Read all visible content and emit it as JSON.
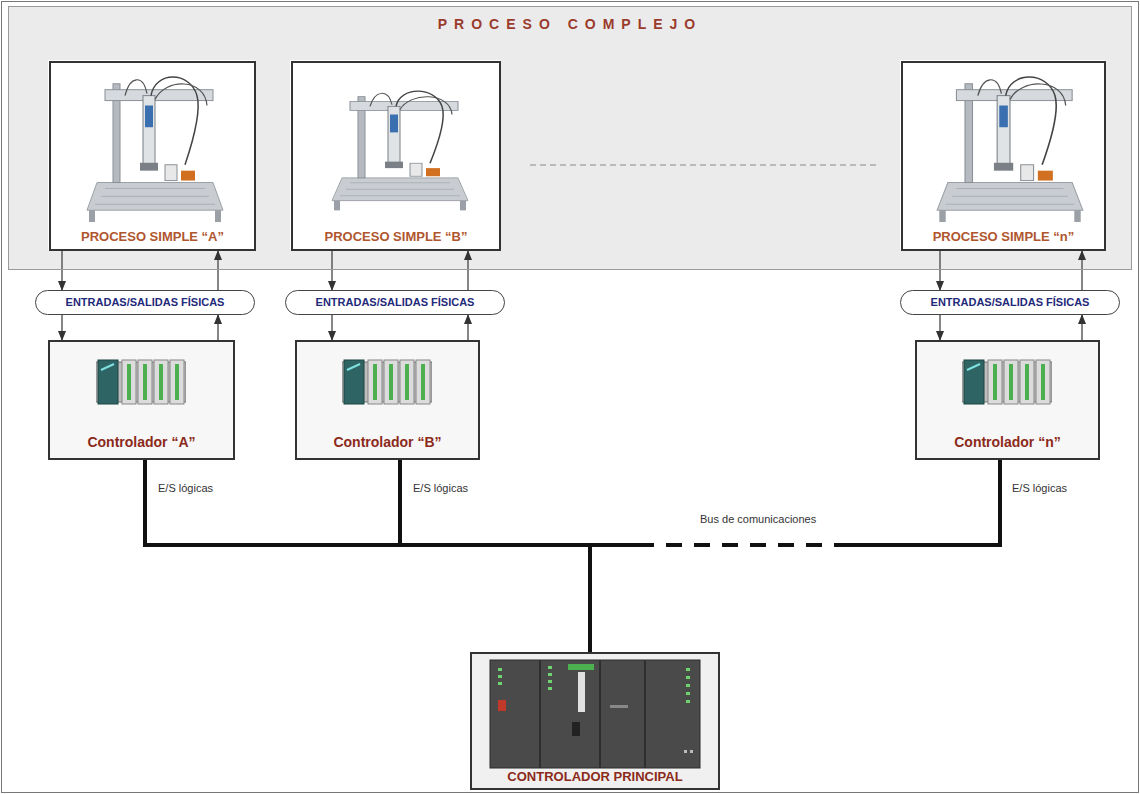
{
  "diagram": {
    "nodes": [
      {
        "text": [
          "PROCESO COMPLEJO"
        ]
      },
      {
        "text": [
          "PROCESO SIMPLE “A”"
        ],
        "in": 0
      },
      {
        "text": [
          "PROCESO SIMPLE “B”"
        ],
        "in": 0
      },
      {
        "text": [
          "PROCESO SIMPLE “n”"
        ],
        "in": 0
      },
      {
        "text": [
          "ENTRADAS/SALIDAS FÍSICAS"
        ]
      },
      {
        "text": [
          "ENTRADAS/SALIDAS FÍSICAS"
        ]
      },
      {
        "text": [
          "ENTRADAS/SALIDAS FÍSICAS"
        ]
      },
      {
        "text": [
          "Controlador “A”"
        ]
      },
      {
        "text": [
          "Controlador “B”"
        ]
      },
      {
        "text": [
          "Controlador “n”"
        ]
      },
      {
        "text": [
          "CONTROLADOR PRINCIPAL"
        ]
      }
    ],
    "edges": [
      {
        "from": 1,
        "to": 4,
        "arrow": "to"
      },
      {
        "from": 4,
        "to": 7,
        "arrow": "to"
      },
      {
        "from": 7,
        "to": 4,
        "arrow": "to"
      },
      {
        "from": 4,
        "to": 1,
        "arrow": "to"
      },
      {
        "from": 2,
        "to": 5,
        "arrow": "to"
      },
      {
        "from": 5,
        "to": 8,
        "arrow": "to"
      },
      {
        "from": 8,
        "to": 5,
        "arrow": "to"
      },
      {
        "from": 5,
        "to": 2,
        "arrow": "to"
      },
      {
        "from": 3,
        "to": 6,
        "arrow": "to"
      },
      {
        "from": 6,
        "to": 9,
        "arrow": "to"
      },
      {
        "from": 9,
        "to": 6,
        "arrow": "to"
      },
      {
        "from": 6,
        "to": 3,
        "arrow": "to"
      },
      {
        "from": 7,
        "to": 10,
        "label": "E/S lógicas",
        "arrow": "none"
      },
      {
        "from": 8,
        "to": 10,
        "label": "E/S lógicas",
        "arrow": "none"
      },
      {
        "from": 9,
        "to": 10,
        "label": "E/S lógicas",
        "arrow": "none"
      }
    ],
    "labels": [
      "Bus de comunicaciones"
    ]
  }
}
